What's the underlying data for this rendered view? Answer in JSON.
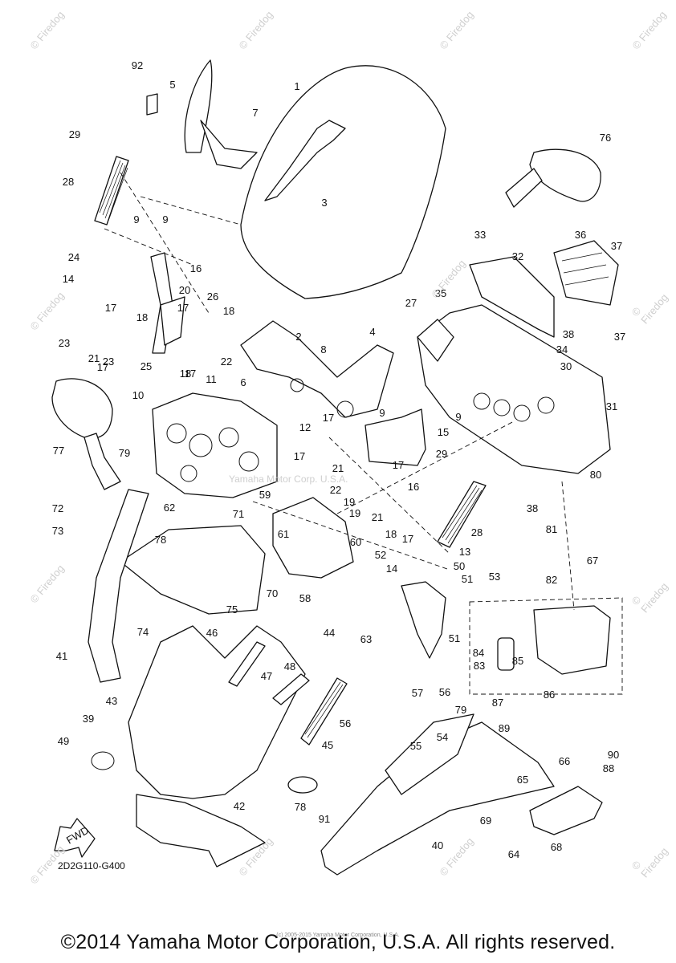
{
  "diagram_code": "2D2G110-G400",
  "copyright": "©2014 Yamaha Motor Corporation, U.S.A. All rights reserved.",
  "fine_print": "(c) 2005-2015 Yamaha Motor Corporation, U.S.A.",
  "watermark_text": "© Firedog",
  "center_watermark": "Yamaha Motor Corp. U.S.A.",
  "fwd_label": "FWD",
  "callouts": [
    "1",
    "2",
    "3",
    "4",
    "5",
    "6",
    "7",
    "8",
    "9",
    "9",
    "9",
    "9",
    "10",
    "11",
    "12",
    "13",
    "14",
    "14",
    "15",
    "16",
    "16",
    "17",
    "17",
    "17",
    "17",
    "17",
    "17",
    "17",
    "17",
    "18",
    "18",
    "18",
    "18",
    "19",
    "19",
    "20",
    "21",
    "21",
    "21",
    "22",
    "22",
    "23",
    "23",
    "24",
    "25",
    "26",
    "27",
    "28",
    "28",
    "29",
    "29",
    "30",
    "31",
    "32",
    "33",
    "34",
    "35",
    "36",
    "37",
    "37",
    "38",
    "38",
    "39",
    "40",
    "41",
    "42",
    "43",
    "44",
    "45",
    "46",
    "47",
    "48",
    "49",
    "50",
    "51",
    "51",
    "52",
    "53",
    "54",
    "55",
    "56",
    "56",
    "57",
    "58",
    "59",
    "60",
    "61",
    "62",
    "63",
    "64",
    "65",
    "66",
    "67",
    "68",
    "69",
    "70",
    "71",
    "72",
    "73",
    "74",
    "75",
    "76",
    "77",
    "78",
    "78",
    "79",
    "79",
    "80",
    "81",
    "82",
    "83",
    "84",
    "85",
    "86",
    "87",
    "88",
    "89",
    "90",
    "91",
    "92"
  ]
}
